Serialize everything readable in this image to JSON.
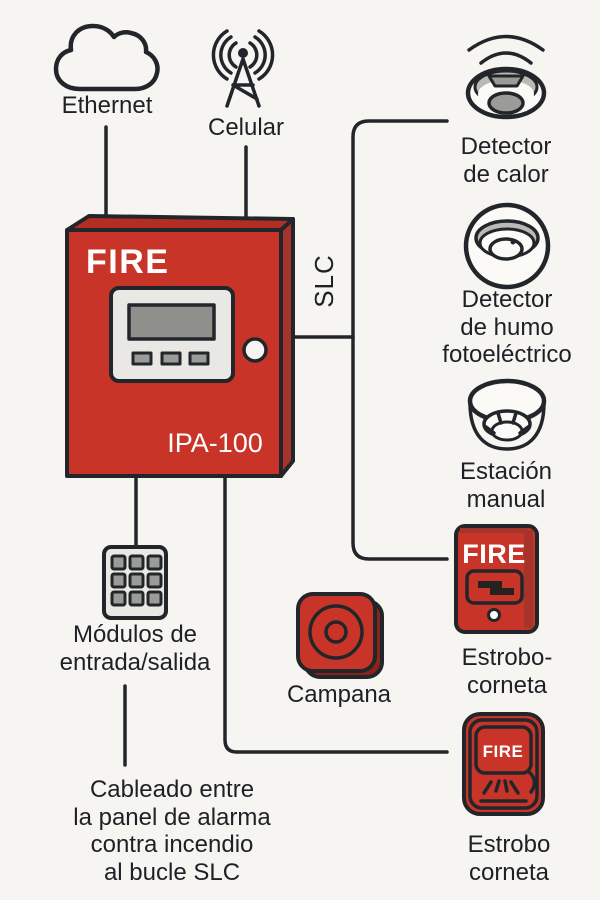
{
  "colors": {
    "background": "#f7f5f1",
    "outline": "#22262b",
    "text": "#1d2126",
    "red_front": "#c83427",
    "red_side": "#a7342b",
    "red_top": "#b42d23",
    "bell_shadow": "#8a241b",
    "plate_gray": "#e9e8e4",
    "lcd_gray": "#8f908c",
    "key_gray": "#9b9c97",
    "band_gray": "#b9bab5",
    "white": "#ffffff"
  },
  "panel": {
    "brand": "FIRE",
    "model": "IPA-100"
  },
  "bus": {
    "label": "SLC"
  },
  "nodes": {
    "ethernet": {
      "label": "Ethernet"
    },
    "cellular": {
      "label": "Celular"
    },
    "heat_detector": {
      "label": "Detector\nde calor"
    },
    "smoke_detector": {
      "label": "Detector\nde humo\nfotoeléctrico"
    },
    "manual_station": {
      "label": "Estación\nmanual"
    },
    "strobe_horn_station": {
      "label": "Estrobo-\ncorneta",
      "device_text": "FIRE"
    },
    "bell": {
      "label": "Campana"
    },
    "io_modules": {
      "label": "Módulos de\nentrada/salida"
    },
    "strobe_horn": {
      "label": "Estrobo\ncorneta",
      "device_text": "FIRE"
    }
  },
  "caption": "Cableado entre\nla panel de alarma\ncontra incendio\nal bucle SLC",
  "connections": [
    {
      "from": "ethernet",
      "to": "fire-panel"
    },
    {
      "from": "cellular",
      "to": "fire-panel"
    },
    {
      "from": "fire-panel",
      "to": "slc-loop"
    },
    {
      "from": "slc-loop",
      "to": "heat_detector"
    },
    {
      "from": "slc-loop",
      "to": "strobe_horn_station"
    },
    {
      "from": "fire-panel",
      "to": "io_modules"
    },
    {
      "from": "fire-panel",
      "to": "strobe_horn"
    }
  ]
}
